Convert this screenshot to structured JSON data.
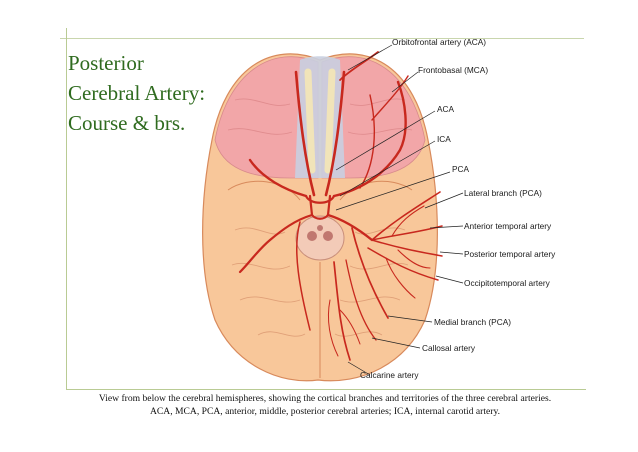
{
  "slide": {
    "title_lines": [
      "Posterior",
      "Cerebral Artery:",
      "Course & brs."
    ]
  },
  "figure": {
    "labels": {
      "orbitofrontal": "Orbitofrontal artery (ACA)",
      "frontobasal": "Frontobasal (MCA)",
      "aca": "ACA",
      "ica": "ICA",
      "pca": "PCA",
      "lateral_branch": "Lateral branch (PCA)",
      "anterior_temporal": "Anterior temporal artery",
      "posterior_temporal": "Posterior temporal artery",
      "occipitotemporal": "Occipitotemporal artery",
      "medial_branch": "Medial branch (PCA)",
      "callosal": "Callosal artery",
      "calcarine": "Calcarine artery"
    },
    "colors": {
      "frontal_lobe": "#f2a6a8",
      "temporal_lobe": "#f8c79a",
      "aca_territory": "#c9cfe0",
      "artery": "#c8281e",
      "accent_green": "#2f6b1f"
    }
  },
  "caption": {
    "line1": "View from below the cerebral hemispheres, showing the cortical branches and territories of the three cerebral arteries.",
    "line2": "ACA, MCA, PCA, anterior, middle, posterior cerebral arteries; ICA, internal carotid artery."
  }
}
